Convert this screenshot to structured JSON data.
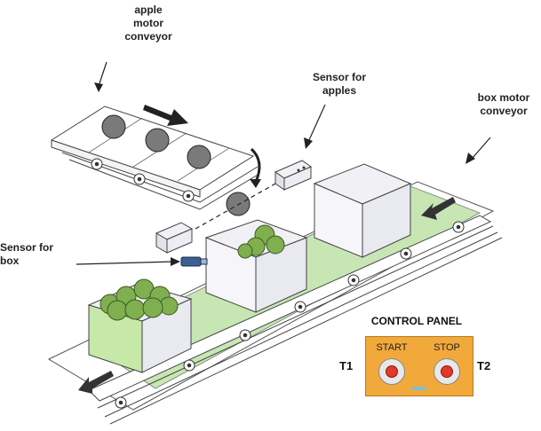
{
  "labels": {
    "apple_conveyor": [
      "apple",
      "motor",
      "conveyor"
    ],
    "sensor_apples": [
      "Sensor for",
      "apples"
    ],
    "box_conveyor": [
      "box motor",
      "conveyor"
    ],
    "sensor_box": [
      "Sensor for",
      "box"
    ]
  },
  "control_panel": {
    "title": "CONTROL PANEL",
    "start_label": "START",
    "stop_label": "STOP",
    "t1": "T1",
    "t2": "T2"
  },
  "colors": {
    "belt_green": "#c7e6b4",
    "box_fill": "#f1f1f5",
    "box_green": "#c6e8a8",
    "apple_gray": "#7a7a7a",
    "apple_green": "#7faf4f",
    "panel_orange": "#f2a93b",
    "button_red": "#e03a2a"
  },
  "icons": {
    "direction_arrows": "arrow-icon",
    "apple": "apple-icon",
    "sensor": "sensor-icon"
  }
}
